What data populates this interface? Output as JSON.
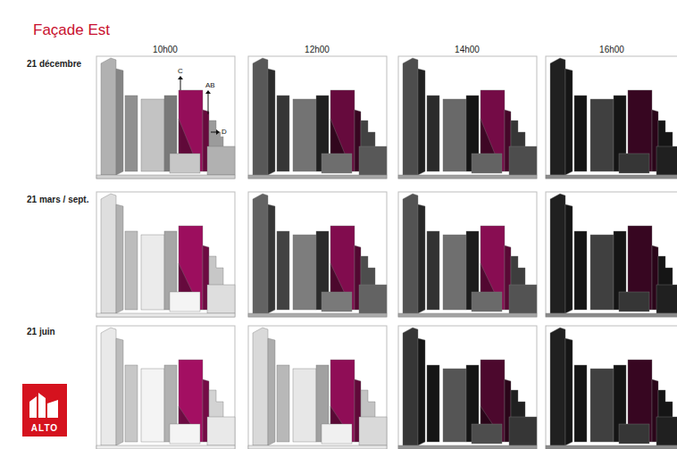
{
  "diagram": {
    "title": "Façade Est",
    "nodes": [
      {
        "text": [
          "ALTO"
        ]
      }
    ],
    "labels": [
      "10h00",
      "12h00",
      "14h00",
      "16h00",
      "21 décembre",
      "21 mars / sept.",
      "21 juin",
      "C",
      "AB",
      "D"
    ]
  }
}
